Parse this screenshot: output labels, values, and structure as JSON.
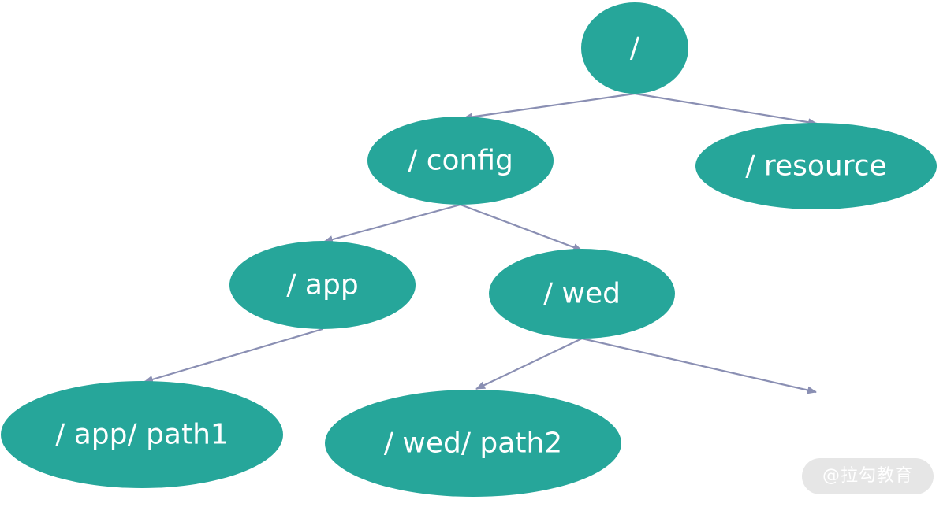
{
  "diagram": {
    "colors": {
      "node_fill": "#26a69a",
      "node_text": "#ffffff",
      "edge": "#8a8fb3"
    },
    "nodes": {
      "root": "/",
      "config": "/ config",
      "resource": "/ resource",
      "app": "/ app",
      "wed": "/ wed",
      "app_path1": "/ app/ path1",
      "wed_path2": "/ wed/ path2"
    }
  },
  "watermark": "@拉勾教育"
}
